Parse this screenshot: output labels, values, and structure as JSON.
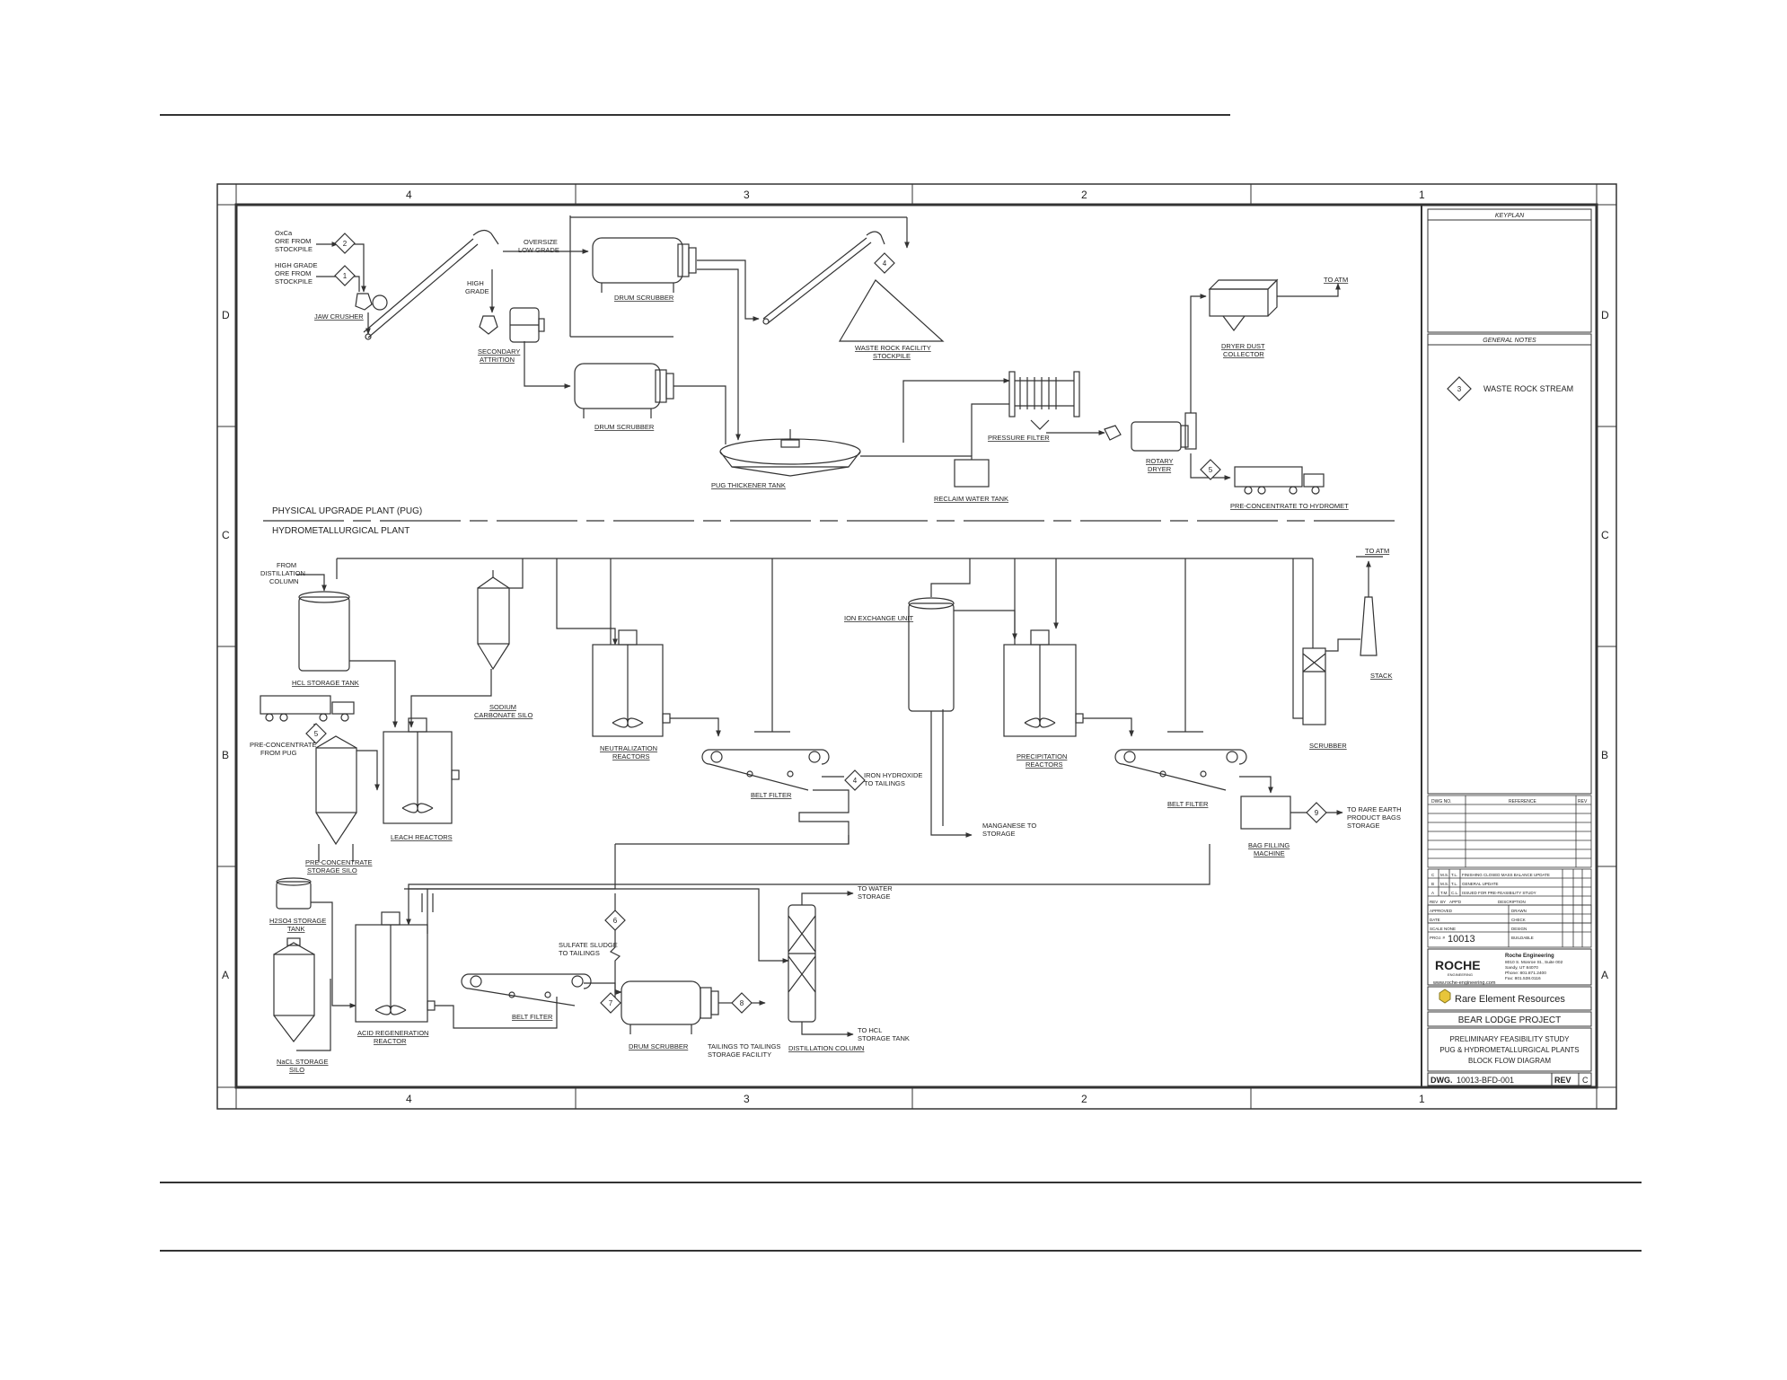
{
  "grid": {
    "cols": [
      "4",
      "3",
      "2",
      "1"
    ],
    "rows": [
      "D",
      "C",
      "B",
      "A"
    ]
  },
  "sections": {
    "pug": "PHYSICAL UPGRADE PLANT (PUG)",
    "hydro": "HYDROMETALLURGICAL PLANT"
  },
  "pug": {
    "oxca_ore": [
      "OxCa",
      "ORE FROM",
      "STOCKPILE"
    ],
    "hg_ore": [
      "HIGH GRADE",
      "ORE FROM",
      "STOCKPILE"
    ],
    "jaw_crusher": "JAW CRUSHER",
    "oversize": [
      "OVERSIZE",
      "LOW GRADE"
    ],
    "high_grade": [
      "HIGH",
      "GRADE"
    ],
    "secondary_attrition": [
      "SECONDARY",
      "ATTRITION"
    ],
    "drum_scrubber_1": "DRUM SCRUBBER",
    "drum_scrubber_2": "DRUM SCRUBBER",
    "waste_rock": [
      "WASTE ROCK FACILITY",
      "STOCKPILE"
    ],
    "thickener": "PUG THICKENER TANK",
    "reclaim": "RECLAIM WATER TANK",
    "pressure_filter": "PRESSURE FILTER",
    "rotary_dryer": [
      "ROTARY",
      "DRYER"
    ],
    "dust_collector": [
      "DRYER DUST",
      "COLLECTOR"
    ],
    "to_atm": "TO ATM",
    "preconc_hydromet": "PRE-CONCENTRATE TO HYDROMET"
  },
  "hydro": {
    "from_distillation": [
      "FROM",
      "DISTILLATION",
      "COLUMN"
    ],
    "hcl_tank": "HCL STORAGE TANK",
    "soda_silo": [
      "SODIUM",
      "CARBONATE SILO"
    ],
    "preconc_from_pug": [
      "PRE-CONCENTRATE",
      "FROM PUG"
    ],
    "preconc_silo": [
      "PRE-CONCENTRATE",
      "STORAGE SILO"
    ],
    "leach": "LEACH REACTORS",
    "neutralization": [
      "NEUTRALIZATION",
      "REACTORS"
    ],
    "belt_filter_1": "BELT FILTER",
    "iron_hydroxide": [
      "IRON HYDROXIDE",
      "TO TAILINGS"
    ],
    "ion_exchange": "ION EXCHANGE UNIT",
    "manganese": [
      "MANGANESE TO",
      "STORAGE"
    ],
    "precipitation": [
      "PRECIPITATION",
      "REACTORS"
    ],
    "belt_filter_2": "BELT FILTER",
    "to_atm": "TO ATM",
    "stack": "STACK",
    "scrubber": "SCRUBBER",
    "bag_filling": [
      "BAG FILLING",
      "MACHINE"
    ],
    "ree_bags": [
      "TO RARE EARTH",
      "PRODUCT BAGS",
      "STORAGE"
    ],
    "h2so4": [
      "H2SO4 STORAGE",
      "TANK"
    ],
    "nacl": [
      "NaCL STORAGE",
      "SILO"
    ],
    "acid_regen": [
      "ACID REGENERATION",
      "REACTOR"
    ],
    "belt_filter_3": "BELT FILTER",
    "sulfate_sludge": [
      "SULFATE SLUDGE",
      "TO TAILINGS"
    ],
    "drum_scrubber_3": "DRUM SCRUBBER",
    "tailings_storage": [
      "TAILINGS TO TAILINGS",
      "STORAGE FACILITY"
    ],
    "to_water": [
      "TO WATER",
      "STORAGE"
    ],
    "distillation": "DISTILLATION COLUMN",
    "to_hcl": [
      "TO HCL",
      "STORAGE TANK"
    ]
  },
  "streams": [
    "1",
    "2",
    "3",
    "4",
    "5",
    "6",
    "7",
    "8",
    "9"
  ],
  "title_block": {
    "keyplan": "KEYPLAN",
    "general_notes": "GENERAL NOTES",
    "note_stream_number": "3",
    "note_waste_rock": "WASTE ROCK STREAM",
    "ref_headers": [
      "DWG NO.",
      "REFERENCE",
      "REV"
    ],
    "revisions": [
      [
        "C",
        "M.S.",
        "T.L.",
        "FINISHING CLOSED MASS BALANCE UPDATE"
      ],
      [
        "B",
        "M.S.",
        "T.L.",
        "GENERAL UPDATE"
      ],
      [
        "A",
        "T.M.",
        "C.L.",
        "ISSUED FOR PRE-FEASIBILITY STUDY"
      ]
    ],
    "rev_headers": [
      "REV",
      "BY",
      "APP'D",
      "DESCRIPTION"
    ],
    "approvals": [
      "APPROVED",
      "DATE",
      "SCALE NONE",
      "PROJ. #"
    ],
    "signoffs": [
      "DRAWN",
      "CHECK",
      "DESIGN",
      "BUILDABLE"
    ],
    "proj_number": "10013",
    "roche_logo": "ROCHE",
    "roche_sub": "ENGINEERING",
    "roche_name": "Roche Engineering",
    "roche_address": [
      "8010 S. Monroe St., Suite 002",
      "Sandy, UT 84070",
      "Phone: 801.871.2400",
      "Fax: 801.538.0116"
    ],
    "roche_web": "www.roche-engineering.com",
    "client": "Rare Element Resources",
    "project": "BEAR LODGE PROJECT",
    "title": [
      "PRELIMINARY FEASIBILITY STUDY",
      "PUG & HYDROMETALLURGICAL PLANTS",
      "BLOCK FLOW DIAGRAM"
    ],
    "dwg_label": "DWG.",
    "dwg_number": "10013-BFD-001",
    "rev_label": "REV",
    "rev_value": "C"
  }
}
